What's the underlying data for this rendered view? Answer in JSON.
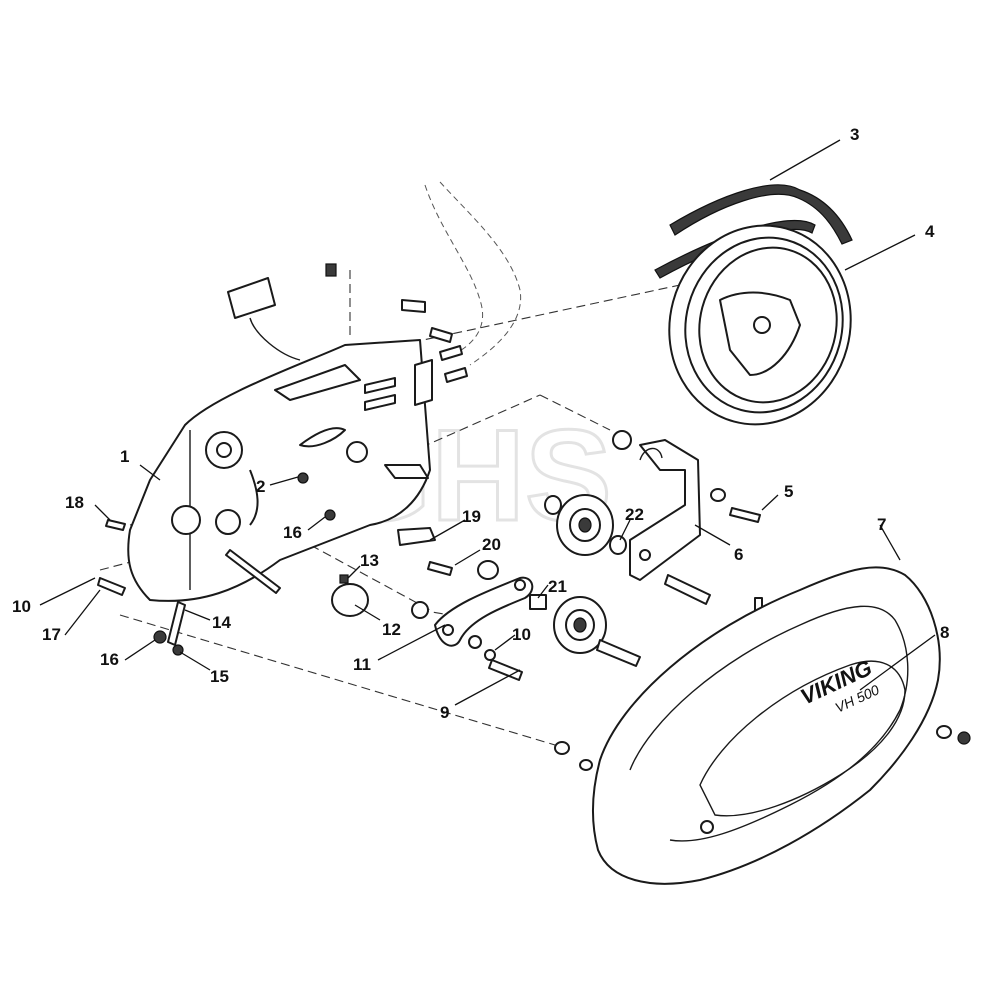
{
  "diagram": {
    "callouts": [
      "1",
      "2",
      "3",
      "4",
      "5",
      "6",
      "7",
      "8",
      "9",
      "10",
      "10",
      "11",
      "12",
      "13",
      "14",
      "15",
      "16",
      "16",
      "17",
      "18",
      "19",
      "20",
      "21",
      "22"
    ],
    "cover_brand": "VIKING",
    "cover_model": "VH 500",
    "watermark": "GHS"
  }
}
